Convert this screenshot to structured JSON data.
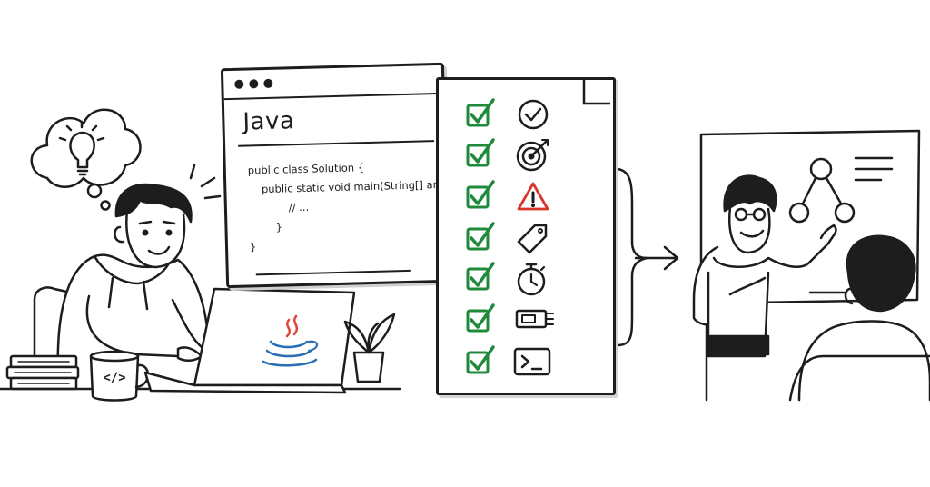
{
  "scene": {
    "code_window": {
      "title": "Java",
      "code_lines": [
        "public class Solution {",
        "    public static void main(String[] args) {",
        "            // ...",
        "        }",
        "}"
      ]
    },
    "mug_symbol": "</>",
    "checklist": [
      {
        "check": "checkbox-icon",
        "icon": "checkmark-circle-icon"
      },
      {
        "check": "checkbox-icon",
        "icon": "target-icon"
      },
      {
        "check": "checkbox-icon",
        "icon": "warning-icon"
      },
      {
        "check": "checkbox-icon",
        "icon": "tag-icon"
      },
      {
        "check": "checkbox-icon",
        "icon": "stopwatch-icon"
      },
      {
        "check": "checkbox-icon",
        "icon": "memory-chip-icon"
      },
      {
        "check": "checkbox-icon",
        "icon": "terminal-icon"
      }
    ],
    "colors": {
      "ink": "#1d1d1d",
      "check_green": "#1f8a3b",
      "warning_red": "#d7362b",
      "java_red": "#e2463a",
      "java_blue": "#2a6fb5"
    }
  }
}
